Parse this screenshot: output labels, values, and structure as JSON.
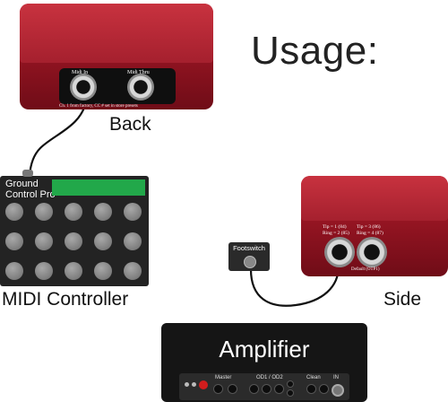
{
  "title": "Usage:",
  "back_unit": {
    "caption": "Back",
    "jack_left": "Midi In",
    "jack_right": "Midi Thru",
    "fine_print": "Ch. 1 from factory, CC # set in store presets"
  },
  "controller": {
    "label_line1": "Ground",
    "label_line2": "Control Pro",
    "caption": "MIDI Controller",
    "display_color": "#22a84a"
  },
  "side_unit": {
    "caption": "Side",
    "jack_left_line1": "Tip = 1 (84)",
    "jack_left_line2": "Ring = 2 (85)",
    "jack_right_line1": "Tip = 3 (86)",
    "jack_right_line2": "Ring = 4 (87)",
    "fine_print": "Default (OTP1)"
  },
  "footswitch": {
    "label": "Footswitch"
  },
  "amplifier": {
    "title": "Amplifier",
    "labels": [
      "Master",
      "OD1 / OD2",
      "Clean",
      "IN"
    ]
  },
  "colors": {
    "enclosure": "#a3192a",
    "cable": "#111111"
  }
}
